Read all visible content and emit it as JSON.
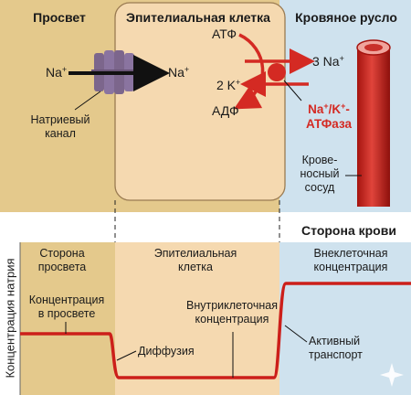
{
  "top": {
    "lumen_title": "Просвет",
    "cell_title": "Эпителиальная клетка",
    "blood_title": "Кровяное русло",
    "na_in": "Na",
    "na_out": "Na",
    "plus": "+",
    "sodium_channel": [
      "Натриевый",
      "канал"
    ],
    "atp": "АТФ",
    "adp": "АДФ",
    "na3": "3 Na",
    "k2": "2 K",
    "pump_name_1a": "Na",
    "pump_name_1b": "/K",
    "pump_name_1c": "-",
    "pump_name_2": "АТФаза",
    "vessel": [
      "Крове-",
      "носный",
      "сосуд"
    ]
  },
  "bottom": {
    "blood_side": "Сторона крови",
    "y_axis_label": "Концентрация натрия",
    "lumen_side": [
      "Сторона",
      "просвета"
    ],
    "cell": [
      "Эпителиальная",
      "клетка"
    ],
    "extracellular": [
      "Внеклеточная",
      "концентрация"
    ],
    "lumen_conc": [
      "Концентрация",
      "в просвете"
    ],
    "intracellular": [
      "Внутриклеточная",
      "концентрация"
    ],
    "diffusion": "Диффузия",
    "active_transport": [
      "Активный",
      "транспорт"
    ]
  },
  "colors": {
    "lumen_bg": "#e4c98c",
    "cell_bg": "#f5d9b0",
    "blood_bg": "#cfe2ee",
    "line_red": "#cc1f1a",
    "channel": "#7c668c"
  }
}
